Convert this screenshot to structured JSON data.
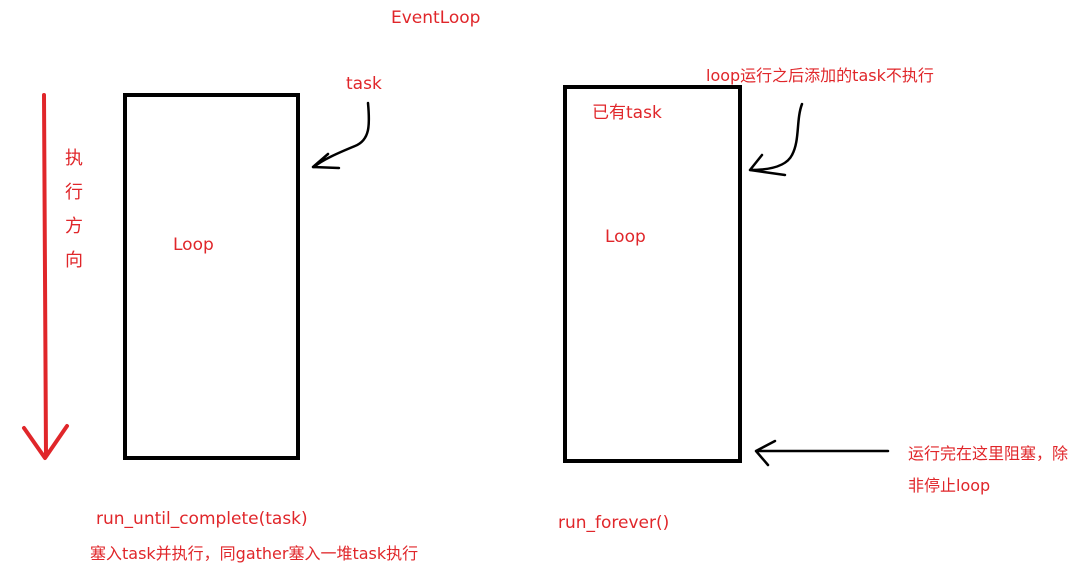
{
  "title": "EventLoop",
  "colors": {
    "annotation": "#e0262a",
    "stroke": "#000000"
  },
  "left": {
    "direction_label": "执行方向",
    "task_label": "task",
    "box_label": "Loop",
    "method": "run_until_complete(task)",
    "description": "塞入task并执行，同gather塞入一堆task执行"
  },
  "right": {
    "existing_task_label": "已有task",
    "box_label": "Loop",
    "late_task_note": "loop运行之后添加的task不执行",
    "blocking_note_line1": "运行完在这里阻塞，除",
    "blocking_note_line2": "非停止loop",
    "method": "run_forever()"
  }
}
